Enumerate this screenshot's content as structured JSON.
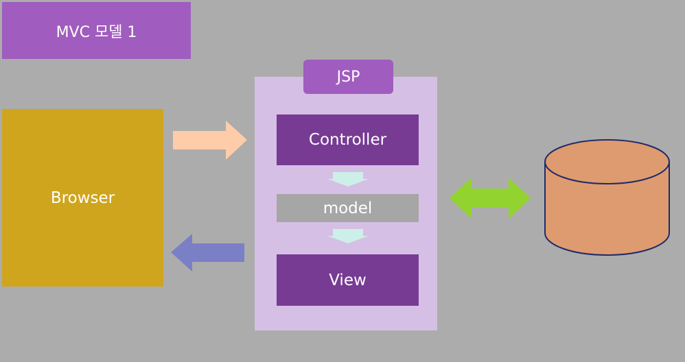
{
  "title": "MVC 모델 1",
  "browser_label": "Browser",
  "jsp_label": "JSP",
  "controller_label": "Controller",
  "model_label": "model",
  "view_label": "View",
  "colors": {
    "background": "#acacac",
    "title_box": "#a05cbf",
    "browser_box": "#cfa51d",
    "jsp_panel": "#d6bfe5",
    "controller_view_box": "#773b94",
    "model_box": "#a6a6a6",
    "request_arrow": "#ffccaa",
    "response_arrow": "#7b7fc6",
    "flow_arrow": "#ccefe8",
    "db_arrow": "#92d330",
    "database": "#de9b6f"
  }
}
